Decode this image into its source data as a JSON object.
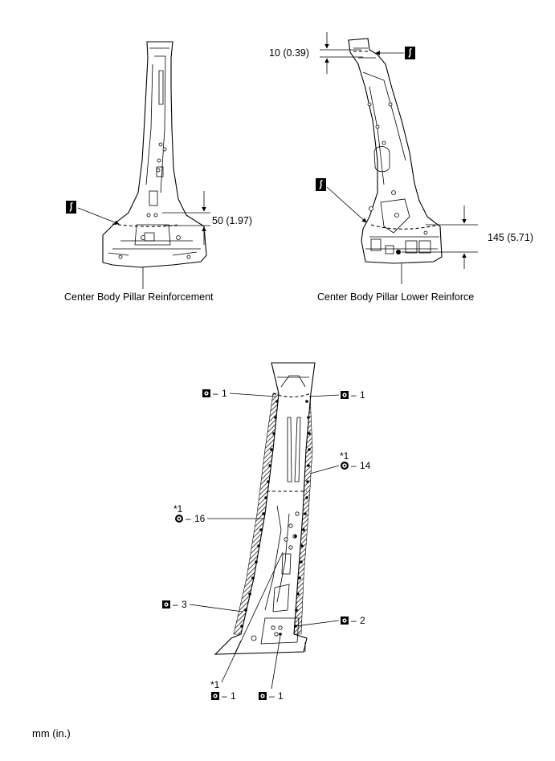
{
  "labels": {
    "left_part": "Center Body Pillar Reinforcement",
    "right_part": "Center Body Pillar Lower Reinforce",
    "units": "mm (in.)"
  },
  "dimensions": {
    "left_cut": "50 (1.97)",
    "right_top": "10 (0.39)",
    "right_cut": "145 (5.71)"
  },
  "weld_callouts": {
    "top_left": "1",
    "top_right": "1",
    "mid_right_note": "*1",
    "mid_right": "14",
    "mid_left_note": "*1",
    "mid_left": "16",
    "lower_left": "3",
    "lower_right": "2",
    "bottom_left_note": "*1",
    "bottom_left": "1",
    "bottom_mid": "1"
  },
  "icons": [
    "cut-symbol-icon",
    "spot-weld-icon",
    "plug-weld-icon"
  ]
}
